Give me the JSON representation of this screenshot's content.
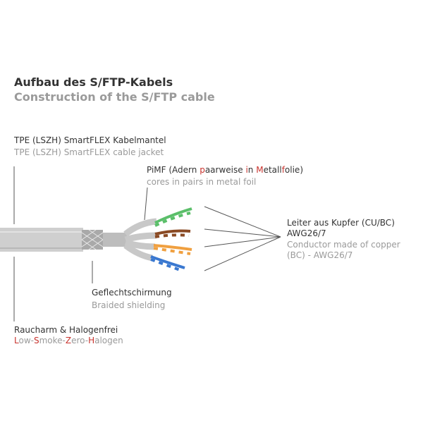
{
  "title": {
    "de": "Aufbau des S/FTP-Kabels",
    "en": "Construction of the S/FTP cable"
  },
  "labels": {
    "jacket": {
      "de": "TPE (LSZH) SmartFLEX Kabelmantel",
      "en": "TPE (LSZH) SmartFLEX cable jacket"
    },
    "pimf": {
      "de_parts": [
        "PiMF (Adern ",
        "p",
        "aarweise ",
        "i",
        "n ",
        "M",
        "etall",
        "f",
        "olie)"
      ],
      "en": "cores in pairs in metal foil"
    },
    "conductor": {
      "de_line1": "Leiter aus Kupfer (CU/BC)",
      "de_line2": "AWG26/7",
      "en_line1": "Conductor made of copper",
      "en_line2": "(BC) - AWG26/7"
    },
    "shield": {
      "de": "Geflechtschirmung",
      "en": "Braided shielding"
    },
    "lszh": {
      "de": "Raucharm & Halogenfrei",
      "en_parts": [
        "L",
        "ow-",
        "S",
        "moke-",
        "Z",
        "ero-",
        "H",
        "alogen"
      ]
    }
  },
  "colors": {
    "jacket": "#cfcfcf",
    "text_dark": "#333333",
    "text_light": "#9a9a9a",
    "highlight_red": "#c8322c",
    "pair_green": "#5bbf6a",
    "pair_brown": "#8a4a24",
    "pair_orange": "#f0a040",
    "pair_blue": "#3a78d0"
  }
}
